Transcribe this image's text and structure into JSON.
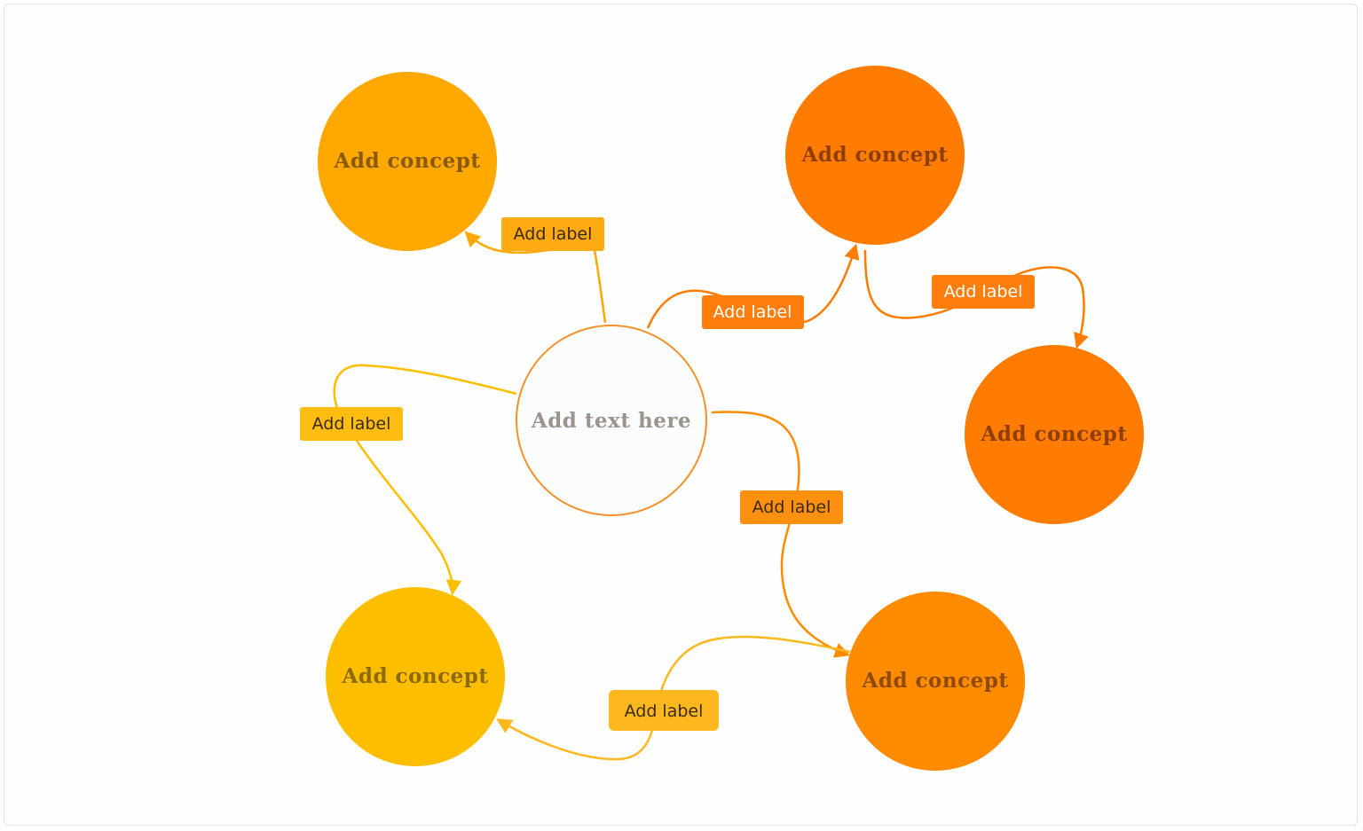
{
  "center": {
    "text": "Add text here",
    "stroke": "#f5902a",
    "fill": "#fbfcfc",
    "text_color": "#9c948c"
  },
  "concepts": [
    {
      "text": "Add concept",
      "fill": "#fea800",
      "text_color": "#8a5a0a"
    },
    {
      "text": "Add concept",
      "fill": "#ff7c00",
      "text_color": "#8f3e05"
    },
    {
      "text": "Add concept",
      "fill": "#ff7c00",
      "text_color": "#8f3e05"
    },
    {
      "text": "Add concept",
      "fill": "#ff8b00",
      "text_color": "#8f4a05"
    },
    {
      "text": "Add concept",
      "fill": "#febe00",
      "text_color": "#8a6a0a"
    }
  ],
  "labels": [
    {
      "text": "Add label",
      "fill": "#feaa10",
      "text_color": "#3a2a10"
    },
    {
      "text": "Add label",
      "fill": "#ff7d0a",
      "text_color": "#ffffff"
    },
    {
      "text": "Add label",
      "fill": "#ff7d0a",
      "text_color": "#ffffff"
    },
    {
      "text": "Add label",
      "fill": "#ff9010",
      "text_color": "#3a2a10"
    },
    {
      "text": "Add label",
      "fill": "#fdb81f",
      "text_color": "#3a2a10"
    },
    {
      "text": "Add label",
      "fill": "#febd10",
      "text_color": "#3a2a10"
    }
  ],
  "connector_colors": {
    "c1": "#fea800",
    "c2": "#ff7c00",
    "c3": "#ff7c00",
    "c4": "#ff8b00",
    "c5": "#fdb81f",
    "c6": "#febe00"
  }
}
